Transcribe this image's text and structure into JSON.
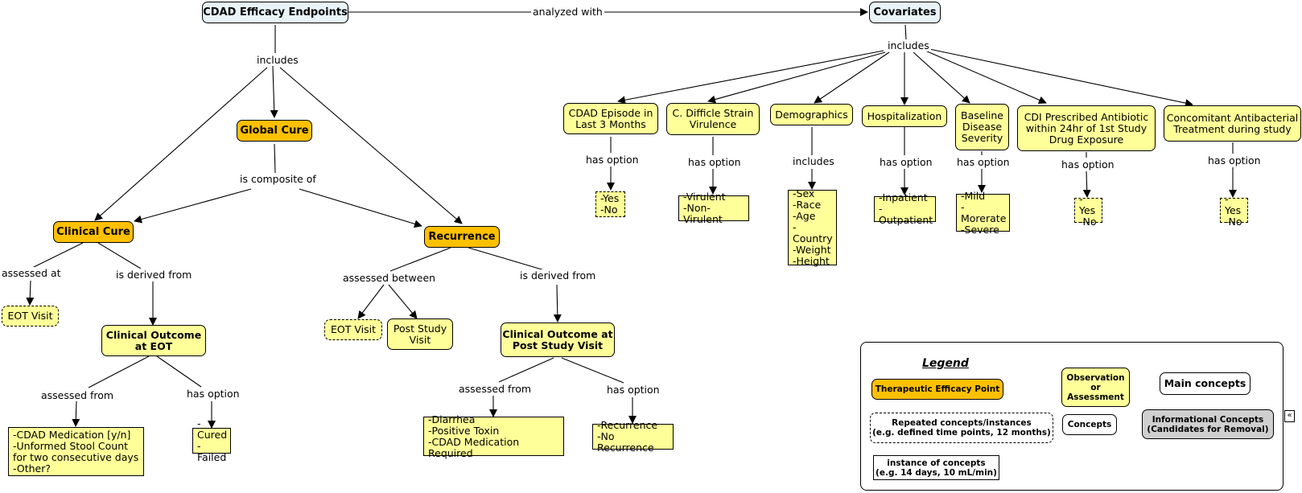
{
  "nodes": {
    "cdad_efficacy": "CDAD Efficacy Endpoints",
    "covariates": "Covariates",
    "global_cure": "Global Cure",
    "clinical_cure": "Clinical Cure",
    "recurrence": "Recurrence",
    "eot_visit_1": "EOT Visit",
    "eot_visit_2": "EOT Visit",
    "post_study_visit": "Post Study Visit",
    "clinical_outcome_eot": "Clinical Outcome at EOT",
    "clinical_outcome_post": "Clinical Outcome at Post Study Visit",
    "eot_assessed_from_list": "-CDAD Medication [y/n]\n-Unformed Stool Count for two consecutive days\n-Other?",
    "eot_options": "-Cured\n-Failed",
    "post_assessed_from_list": "-Diarrhea\n-Positive Toxin\n-CDAD Medication Required",
    "post_options": "-Recurrence\n-No Recurrence",
    "cdad_episode": "CDAD Episode in Last 3 Months",
    "cdiff_virulence": "C. Difficle Strain Virulence",
    "demographics": "Demographics",
    "hospitalization": "Hospitalization",
    "baseline_severity": "Baseline Disease Severity",
    "cdi_antibiotic": "CDI Prescribed Antibiotic within 24hr of 1st Study Drug Exposure",
    "concomitant": "Concomitant Antibacterial Treatment during study",
    "episode_options": "-Yes\n-No",
    "virulence_options": "-Virulent\n-Non-Virulent",
    "demographics_list": "-Sex\n-Race\n-Age\n-Country\n-Weight\n-Height",
    "hospitalization_options": "-Inpatient\n-Outpatient",
    "severity_options": "-Mild\n-Morerate\n-Severe",
    "antibiotic_options": "-Yes\n-No",
    "concomitant_options": "-Yes\n-No"
  },
  "labels": {
    "analyzed_with": "analyzed with",
    "includes_left": "includes",
    "includes_right": "includes",
    "is_composite_of": "is composite of",
    "assessed_at": "assessed at",
    "is_derived_from_1": "is derived from",
    "assessed_between": "assessed between",
    "is_derived_from_2": "is derived from",
    "assessed_from_1": "assessed from",
    "has_option_1": "has option",
    "assessed_from_2": "assessed from",
    "has_option_2": "has option",
    "has_option_episode": "has option",
    "has_option_virulence": "has option",
    "includes_demo": "includes",
    "has_option_hosp": "has option",
    "has_option_severity": "has option",
    "has_option_antibiotic": "has option",
    "has_option_concomitant": "has option"
  },
  "legend": {
    "title": "Legend",
    "therapeutic": "Therapeutic Efficacy Point",
    "observation": "Observation or Assessment",
    "main_concepts": "Main concepts",
    "repeated": "Repeated concepts/instances\n(e.g. defined time points, 12 months)",
    "concepts": "Concepts",
    "informational": "Informational Concepts\n(Candidates for Removal)",
    "instance": "instance of concepts\n(e.g. 14 days, 10 mL/min)",
    "collapse_icon": "«"
  },
  "colors": {
    "main_fill": "#e8f4f8",
    "observation_fill": "#ffff99",
    "therapeutic_fill": "#ffc000",
    "informational_fill": "#cfcfcf"
  }
}
